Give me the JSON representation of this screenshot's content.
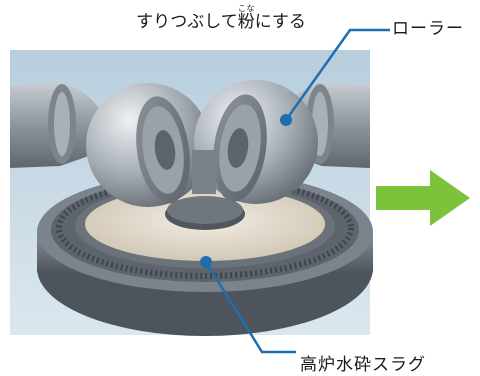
{
  "caption": {
    "prefix": "すりつぶして",
    "kanji": "粉",
    "reading": "こな",
    "suffix": "にする"
  },
  "labels": {
    "roller": "ローラー",
    "slag": "高炉水砕スラグ"
  },
  "colors": {
    "leader_line": "#1e6fb0",
    "arrow": "#7cc23a",
    "photo_bg": "#c9dbe7",
    "metal": "#9ea5ad"
  },
  "icons": [
    "right-arrow-icon"
  ]
}
